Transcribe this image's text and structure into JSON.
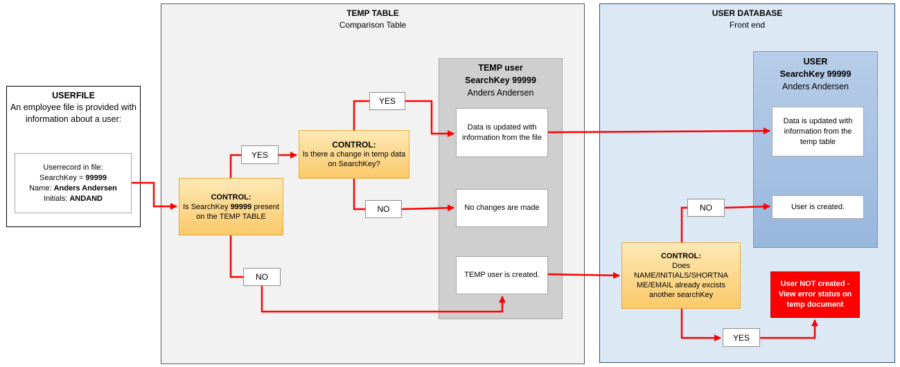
{
  "temp_table": {
    "title": "TEMP TABLE",
    "subtitle": "Comparison Table"
  },
  "user_database": {
    "title": "USER DATABASE",
    "subtitle": "Front end"
  },
  "userfile": {
    "title": "USERFILE",
    "description": "An employee file is provided with information about a user:",
    "record": {
      "line1": "Userrecord in file:",
      "searchkey_label": "SearchKey = ",
      "searchkey_value": "99999",
      "name_label": "Name: ",
      "name_value": "Anders Andersen",
      "initials_label": "Initials: ",
      "initials_value": "ANDAND"
    }
  },
  "control1": {
    "title": "CONTROL:",
    "line1": "Is SearchKey ",
    "key": "99999",
    "line2": "present on the TEMP TABLE"
  },
  "control2": {
    "title": "CONTROL:",
    "text": "Is there a change in temp data on SearchKey?"
  },
  "control3": {
    "title": "CONTROL:",
    "text": "Does NAME/INITIALS/SHORTNA ME/EMAIL already excists another searchKey"
  },
  "temp_user": {
    "title": "TEMP user",
    "searchkey": "SearchKey 99999",
    "name": "Anders Andersen",
    "updated": "Data is updated with information from the file",
    "no_changes": "No changes are made",
    "created": "TEMP user is created."
  },
  "user": {
    "title": "USER",
    "searchkey": "SearchKey 99999",
    "name": "Anders Andersen",
    "updated": "Data is updated with information from the temp table",
    "created": "User is created."
  },
  "labels": {
    "yes": "YES",
    "no": "NO"
  },
  "error": {
    "text": "User NOT created - View error status on temp document"
  },
  "colors": {
    "arrow": "#ff0000",
    "control_fill": "#fbc96a",
    "error_fill": "#ff0000"
  }
}
